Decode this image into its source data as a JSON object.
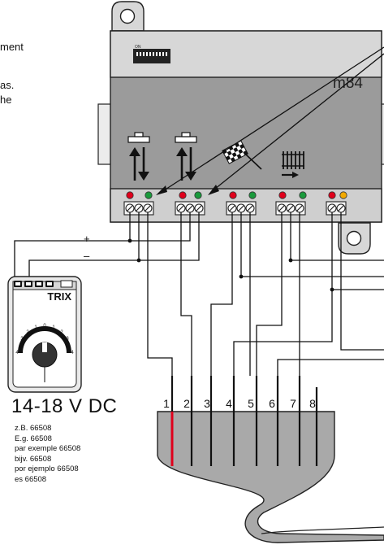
{
  "left_text_fragments": [
    "ment",
    "as.",
    "he"
  ],
  "module": {
    "label": "m84",
    "dip_label": "ON"
  },
  "polarity": {
    "plus": "+",
    "minus": "–"
  },
  "power_pack": {
    "brand": "TRIX",
    "dial_marks": [
      "4",
      "3",
      "2",
      "1",
      "0",
      "1",
      "2",
      "3",
      "4"
    ]
  },
  "voltage": "14-18 V DC",
  "part_notes": [
    "z.B. 66508",
    "E.g. 66508",
    "par exemple 66508",
    "bijv. 66508",
    "por ejemplo 66508",
    "es 66508"
  ],
  "cable": {
    "pins": [
      "1",
      "2",
      "3",
      "4",
      "5",
      "6",
      "7",
      "8"
    ],
    "highlight_color": "#e0001b"
  },
  "colors": {
    "module_top": "#d7d7d7",
    "module_body": "#9b9b9b",
    "terminal_strip": "#cfcfcf",
    "led_red": "#e0001b",
    "led_green": "#1a9a3c",
    "led_yellow": "#f2a900",
    "cable": "#a9a9a9"
  }
}
